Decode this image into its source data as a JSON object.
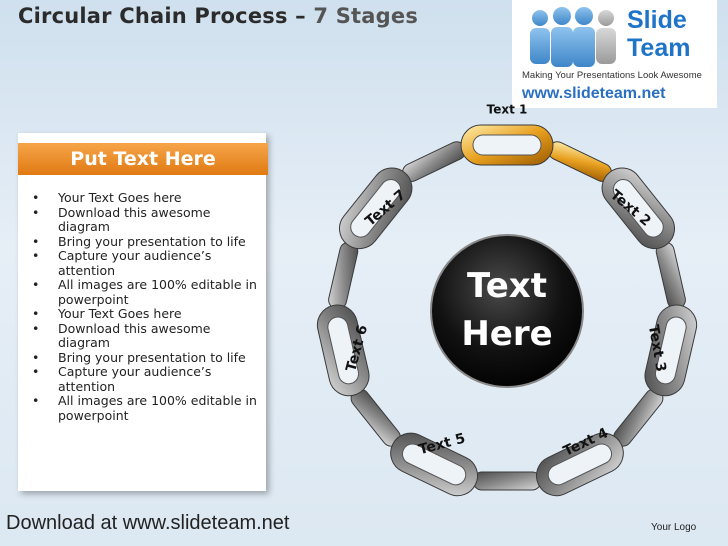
{
  "header": {
    "title_main": "Circular Chain Process – ",
    "title_sub": "7 Stages"
  },
  "logo": {
    "brand_line1": "Slide",
    "brand_line2": "Team",
    "tagline": "Making Your Presentations Look Awesome",
    "url": "www.slideteam.net"
  },
  "panel": {
    "heading": "Put Text Here",
    "bullets": [
      "Your Text Goes here",
      "Download this awesome diagram",
      "Bring your presentation to life",
      "Capture your audience’s attention",
      "All images are 100% editable in powerpoint",
      "Your Text Goes here",
      "Download this awesome diagram",
      "Bring your presentation to life",
      "Capture your audience’s attention",
      "All images are 100% editable in powerpoint"
    ],
    "bullet_lines": [
      [
        "Your Text Goes here"
      ],
      [
        "Download this awesome",
        "diagram"
      ],
      [
        "Bring your presentation to life"
      ],
      [
        "Capture your audience’s",
        "attention"
      ],
      [
        "All images are 100% editable in",
        "powerpoint"
      ],
      [
        "Your Text Goes here"
      ],
      [
        "Download this awesome",
        "diagram"
      ],
      [
        "Bring your presentation to life"
      ],
      [
        "Capture your audience’s",
        "attention"
      ],
      [
        "All images are 100% editable in",
        "powerpoint"
      ]
    ]
  },
  "diagram": {
    "center_line1": "Text",
    "center_line2": "Here",
    "stages": [
      "Text 1",
      "Text 2",
      "Text 3",
      "Text 4",
      "Text 5",
      "Text 6",
      "Text 7"
    ],
    "highlight_color": "#e8a020",
    "chain_color": "#8a8a8a",
    "center_color": "#111111"
  },
  "footer": {
    "download_text": "Download at www.slideteam.net",
    "your_logo": "Your Logo"
  }
}
